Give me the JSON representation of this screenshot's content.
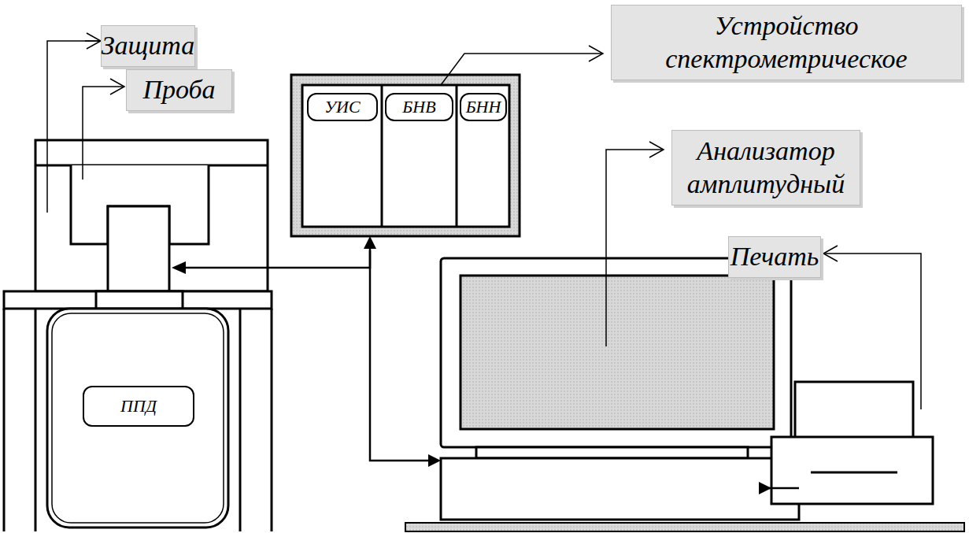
{
  "diagram": {
    "nodes": [
      {
        "text": [
          "Защита"
        ]
      },
      {
        "text": [
          "Проба"
        ]
      },
      {
        "text": [
          "Устройство спектрометрическое"
        ]
      },
      {
        "text": [
          "УИС"
        ]
      },
      {
        "text": [
          "БНВ"
        ]
      },
      {
        "text": [
          "БНН"
        ]
      },
      {
        "text": [
          "Анализатор амплитудный"
        ]
      },
      {
        "text": [
          "Печать"
        ]
      },
      {
        "text": [
          "ППД"
        ]
      }
    ]
  }
}
